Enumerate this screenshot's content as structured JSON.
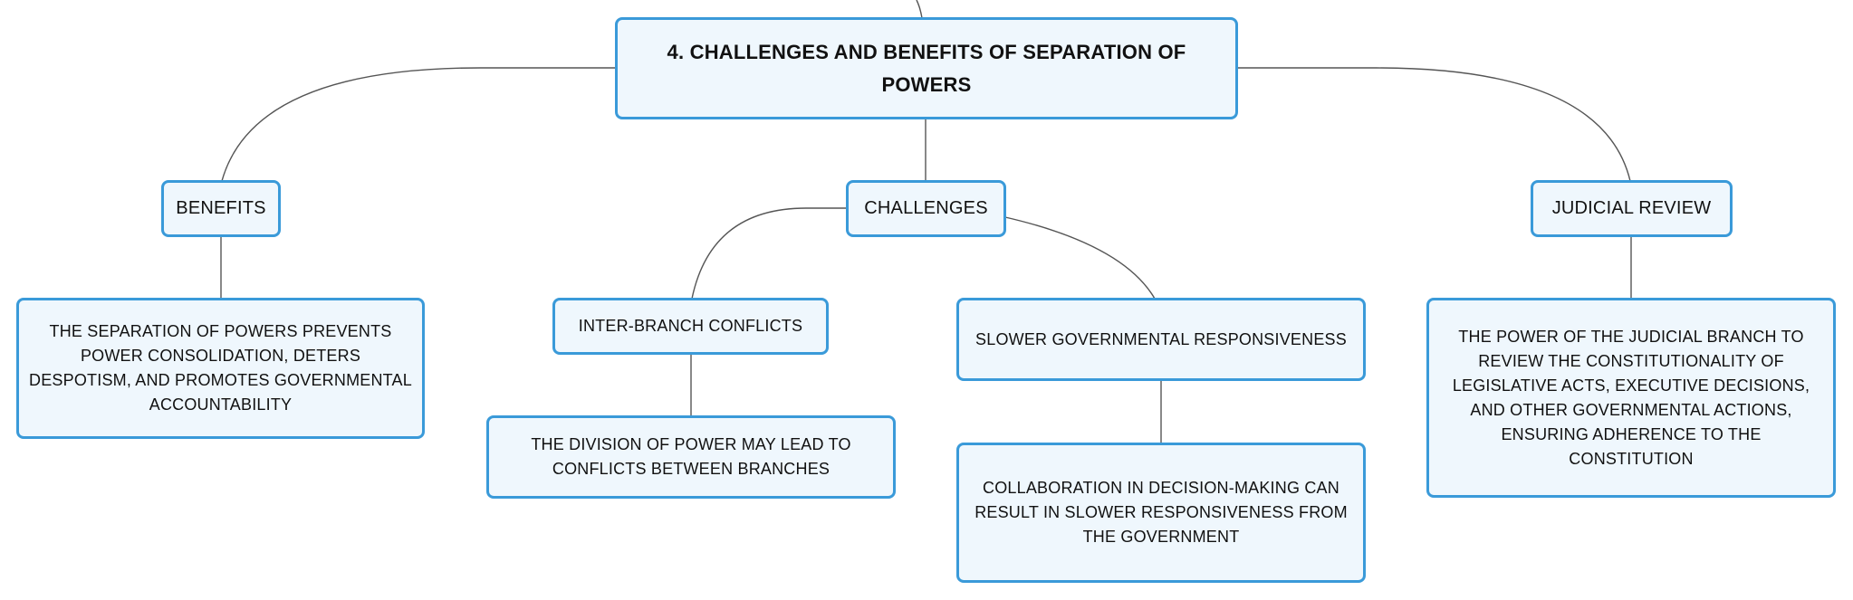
{
  "root": {
    "title": "4. CHALLENGES AND BENEFITS OF SEPARATION OF POWERS"
  },
  "benefits": {
    "label": "BENEFITS",
    "description": "THE SEPARATION OF POWERS PREVENTS POWER CONSOLIDATION, DETERS DESPOTISM, AND PROMOTES GOVERNMENTAL ACCOUNTABILITY"
  },
  "challenges": {
    "label": "CHALLENGES",
    "inter_branch": {
      "label": "INTER-BRANCH CONFLICTS",
      "description": "THE DIVISION OF POWER MAY LEAD TO CONFLICTS BETWEEN BRANCHES"
    },
    "slower_response": {
      "label": "SLOWER GOVERNMENTAL RESPONSIVENESS",
      "description": "COLLABORATION IN DECISION-MAKING CAN RESULT IN SLOWER RESPONSIVENESS FROM THE GOVERNMENT"
    }
  },
  "judicial_review": {
    "label": "JUDICIAL REVIEW",
    "description": "THE POWER OF THE JUDICIAL BRANCH TO REVIEW THE CONSTITUTIONALITY OF LEGISLATIVE ACTS, EXECUTIVE DECISIONS, AND OTHER GOVERNMENTAL ACTIONS, ENSURING ADHERENCE TO THE CONSTITUTION"
  },
  "colors": {
    "node_fill": "#eff7fd",
    "node_border": "#3a9ad9",
    "connector": "#555555"
  }
}
